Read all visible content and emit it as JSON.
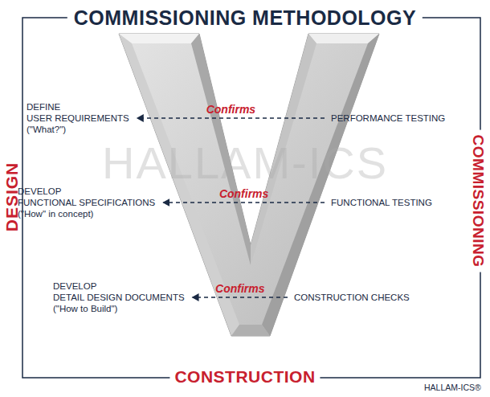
{
  "diagram": {
    "title": "COMMISSIONING METHODOLOGY",
    "nodes": [
      {
        "text": [
          "DEFINE",
          "USER REQUIREMENTS",
          "(\"What?\")"
        ]
      },
      {
        "text": [
          "PERFORMANCE TESTING"
        ]
      },
      {
        "text": [
          "DEVELOP",
          "FUNCTIONAL SPECIFICATIONS",
          "(\"How\" in concept)"
        ]
      },
      {
        "text": [
          "FUNCTIONAL TESTING"
        ]
      },
      {
        "text": [
          "DEVELOP",
          "DETAIL DESIGN DOCUMENTS",
          "(\"How to Build\")"
        ]
      },
      {
        "text": [
          "CONSTRUCTION CHECKS"
        ]
      }
    ],
    "edges": [
      {
        "from": 1,
        "to": 0,
        "arrow": "to",
        "label": "Confirms"
      },
      {
        "from": 3,
        "to": 2,
        "arrow": "to",
        "label": "Confirms"
      },
      {
        "from": 5,
        "to": 4,
        "arrow": "to",
        "label": "Confirms"
      }
    ],
    "labels": [
      "DESIGN",
      "COMMISSIONING",
      "CONSTRUCTION",
      "HALLAM-ICS",
      "HALLAM-ICS®"
    ]
  }
}
